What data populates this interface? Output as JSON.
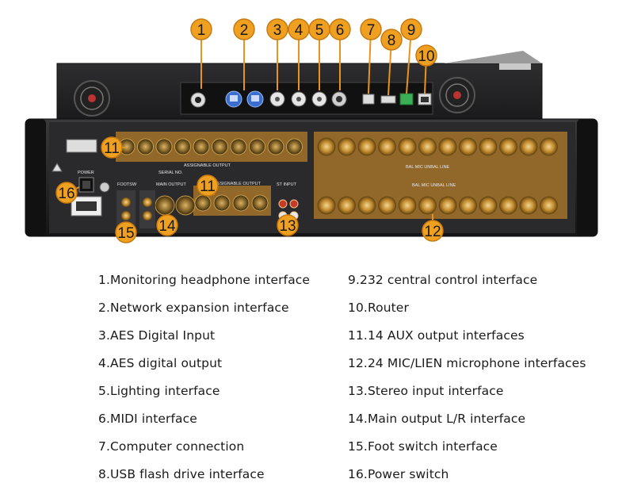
{
  "diagram": {
    "callouts": [
      {
        "id": "1"
      },
      {
        "id": "2"
      },
      {
        "id": "3"
      },
      {
        "id": "4"
      },
      {
        "id": "5"
      },
      {
        "id": "6"
      },
      {
        "id": "7"
      },
      {
        "id": "8"
      },
      {
        "id": "9"
      },
      {
        "id": "10"
      },
      {
        "id": "11"
      },
      {
        "id": "11"
      },
      {
        "id": "12"
      },
      {
        "id": "13"
      },
      {
        "id": "14"
      },
      {
        "id": "15"
      },
      {
        "id": "16"
      }
    ],
    "panel_labels": {
      "assignable_output_top": "ASSIGNABLE OUTPUT",
      "assignable_output_mid": "ASSIGNABLE OUTPUT",
      "main_output": "MAIN OUTPUT",
      "footsw": "FOOTSW",
      "st_input": "ST INPUT",
      "bal_mic_top": "BAL MIC  UNBAL LINE",
      "bal_mic_bottom": "BAL MIC  UNBAL LINE",
      "power": "POWER",
      "serial_no": "SERIAL NO."
    },
    "colors": {
      "callout_fill": "#f0a020",
      "callout_stroke": "#c87a10",
      "highlight": "#e89a2a",
      "panel": "#2a2a2c",
      "chassis": "#1c1c1e"
    }
  },
  "legend": {
    "left": [
      "1.Monitoring headphone interface",
      "2.Network expansion interface",
      "3.AES Digital Input",
      "4.AES digital output",
      "5.Lighting interface",
      "6.MIDI interface",
      "7.Computer connection",
      "8.USB flash drive interface"
    ],
    "right": [
      "9.232 central control interface",
      "10.Router",
      "11.14 AUX output interfaces",
      "12.24 MIC/LIEN microphone interfaces",
      "13.Stereo input interface",
      "14.Main output L/R interface",
      "15.Foot switch interface",
      "16.Power switch"
    ]
  }
}
